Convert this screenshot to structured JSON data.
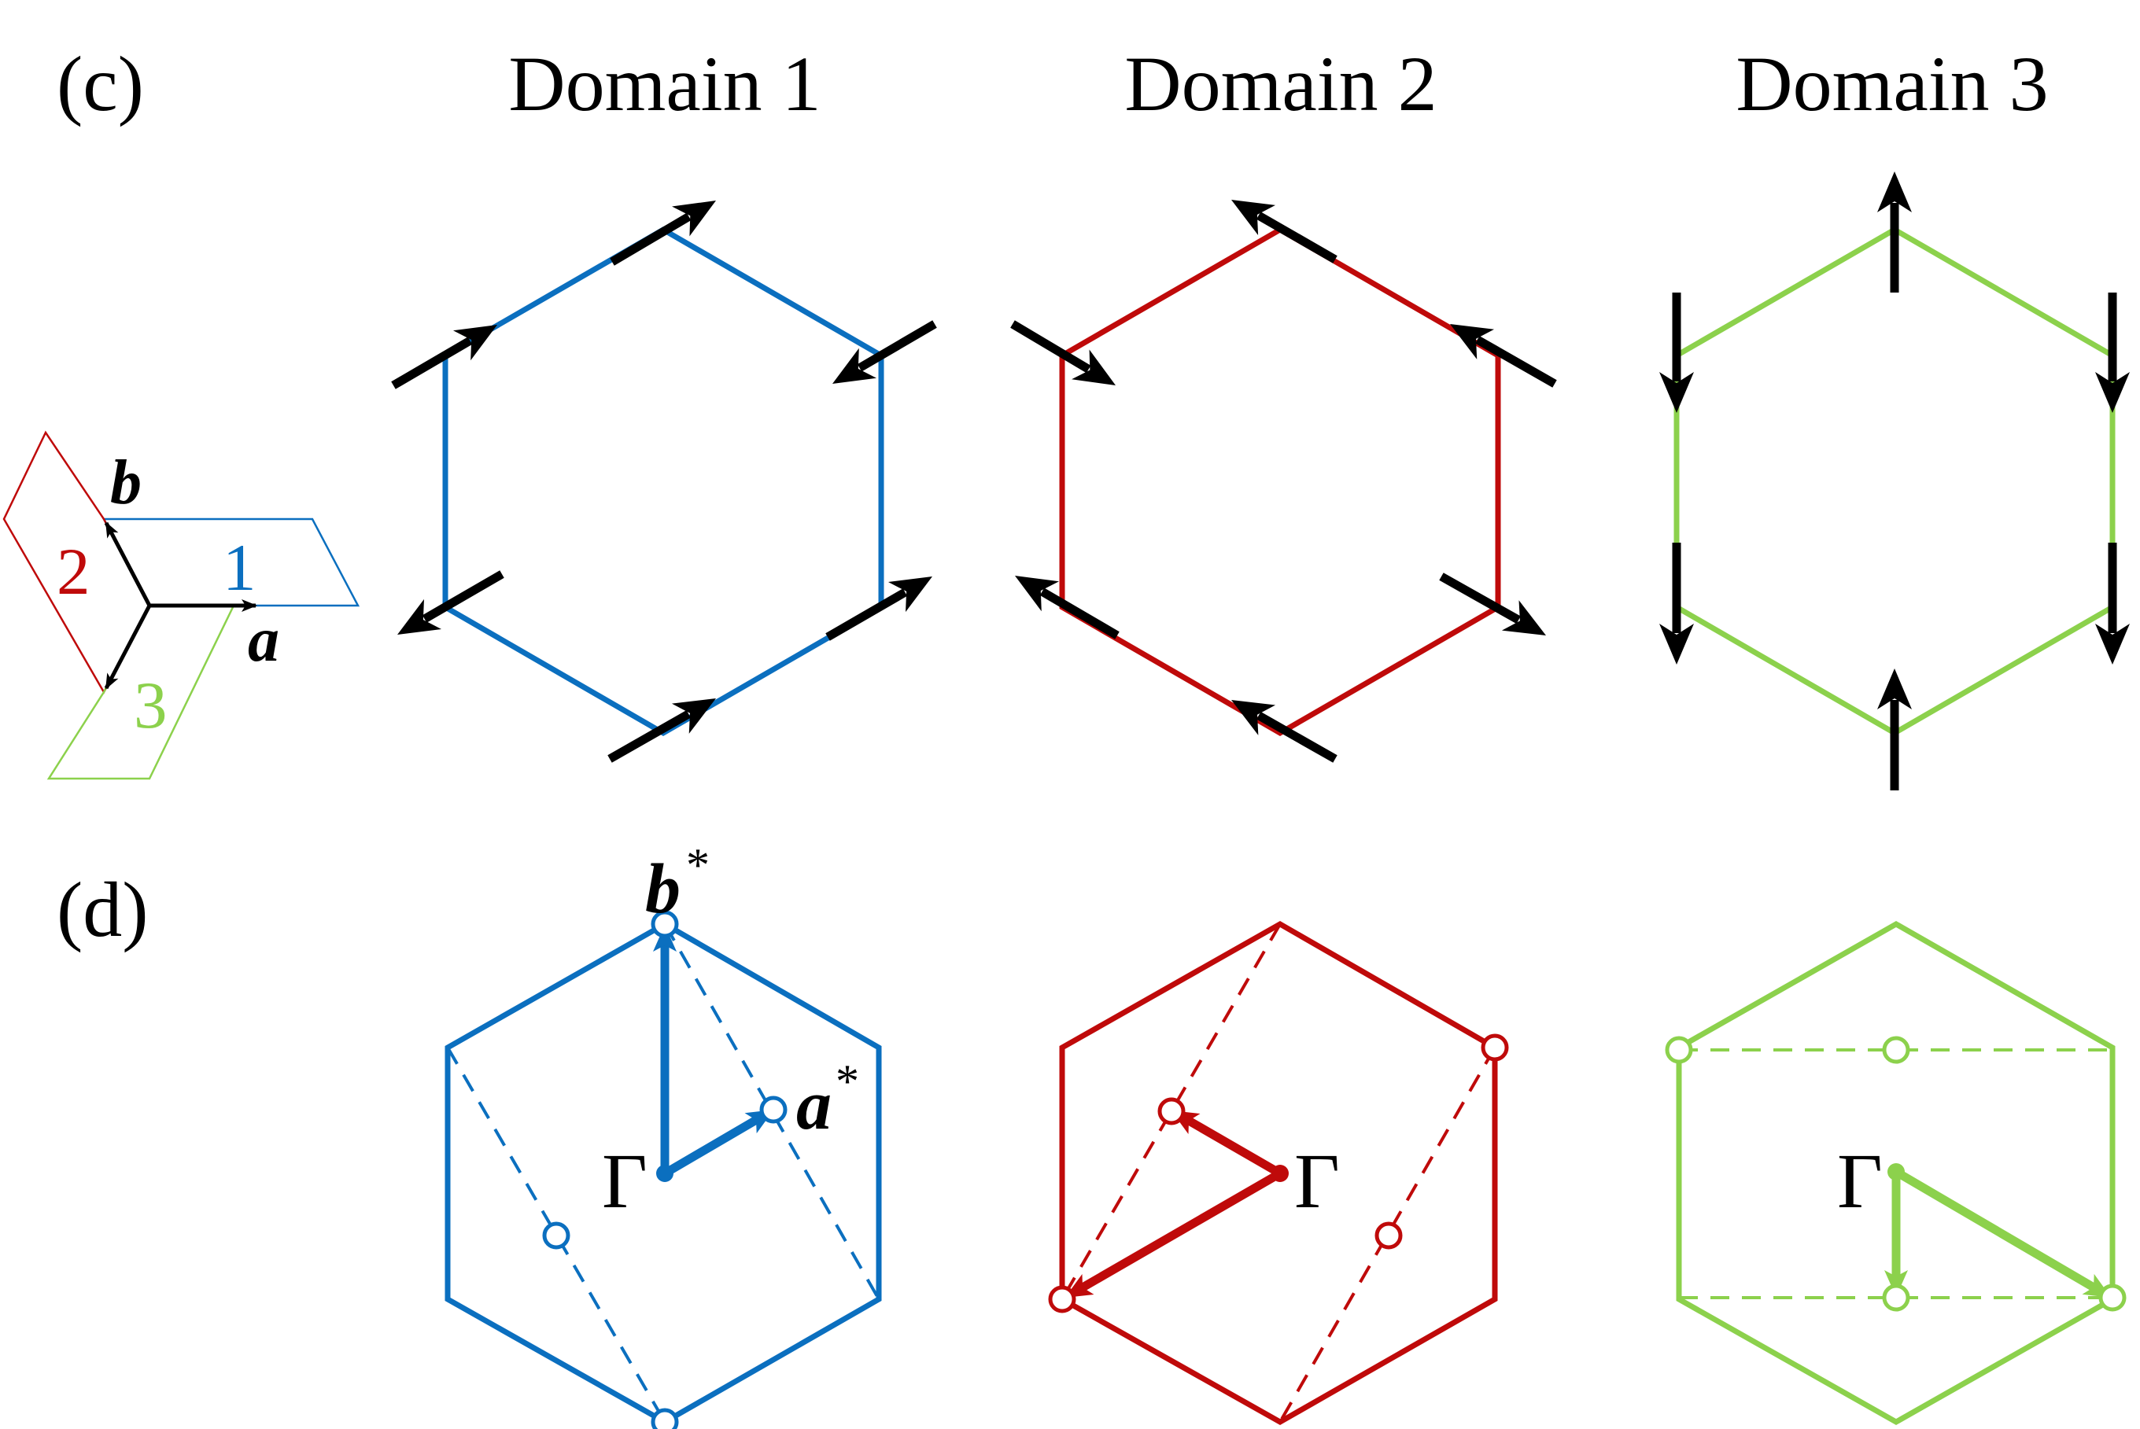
{
  "panel_labels": {
    "c": "(c)",
    "d": "(d)"
  },
  "domains": [
    {
      "title": "Domain 1",
      "color": "#0b6fbf"
    },
    {
      "title": "Domain 2",
      "color": "#bf0a0a"
    },
    {
      "title": "Domain 3",
      "color": "#8cd14c"
    }
  ],
  "lattice": {
    "a_label": "a",
    "b_label": "b",
    "cell_labels": [
      "1",
      "2",
      "3"
    ]
  },
  "reciprocal": {
    "a_star_label": "a",
    "b_star_label": "b",
    "star": "*",
    "gamma": "Γ"
  },
  "colors": {
    "arrow": "#000000",
    "background": "#ffffff"
  }
}
